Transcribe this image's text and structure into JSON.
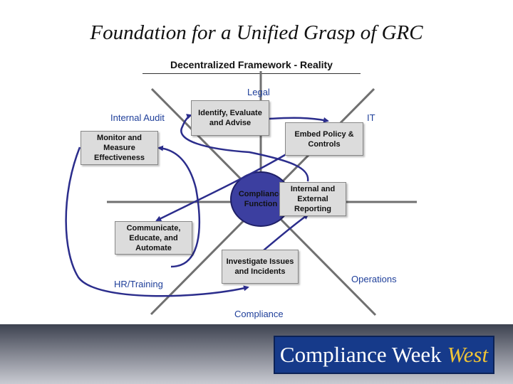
{
  "title": "Foundation for a Unified Grasp of GRC",
  "subtitle": "Decentralized Framework - Reality",
  "center": {
    "line1": "Compliance",
    "line2": "Function"
  },
  "areas": {
    "legal": "Legal",
    "internal_audit": "Internal Audit",
    "it": "IT",
    "hr_training": "HR/Training",
    "operations": "Operations",
    "compliance": "Compliance"
  },
  "boxes": {
    "identify": "Identify, Evaluate and Advise",
    "embed": "Embed Policy & Controls",
    "monitor": "Monitor and Measure Effectiveness",
    "reporting": "Internal and External Reporting",
    "communicate": "Communicate, Educate, and Automate",
    "investigate": "Investigate Issues and Incidents"
  },
  "logo": {
    "main": "Compliance Week",
    "accent": "West"
  },
  "colors": {
    "arrow": "#2b2d8c",
    "center_fill": "#3c3fa0",
    "axis": "#707070",
    "label": "#1f3f9a"
  }
}
